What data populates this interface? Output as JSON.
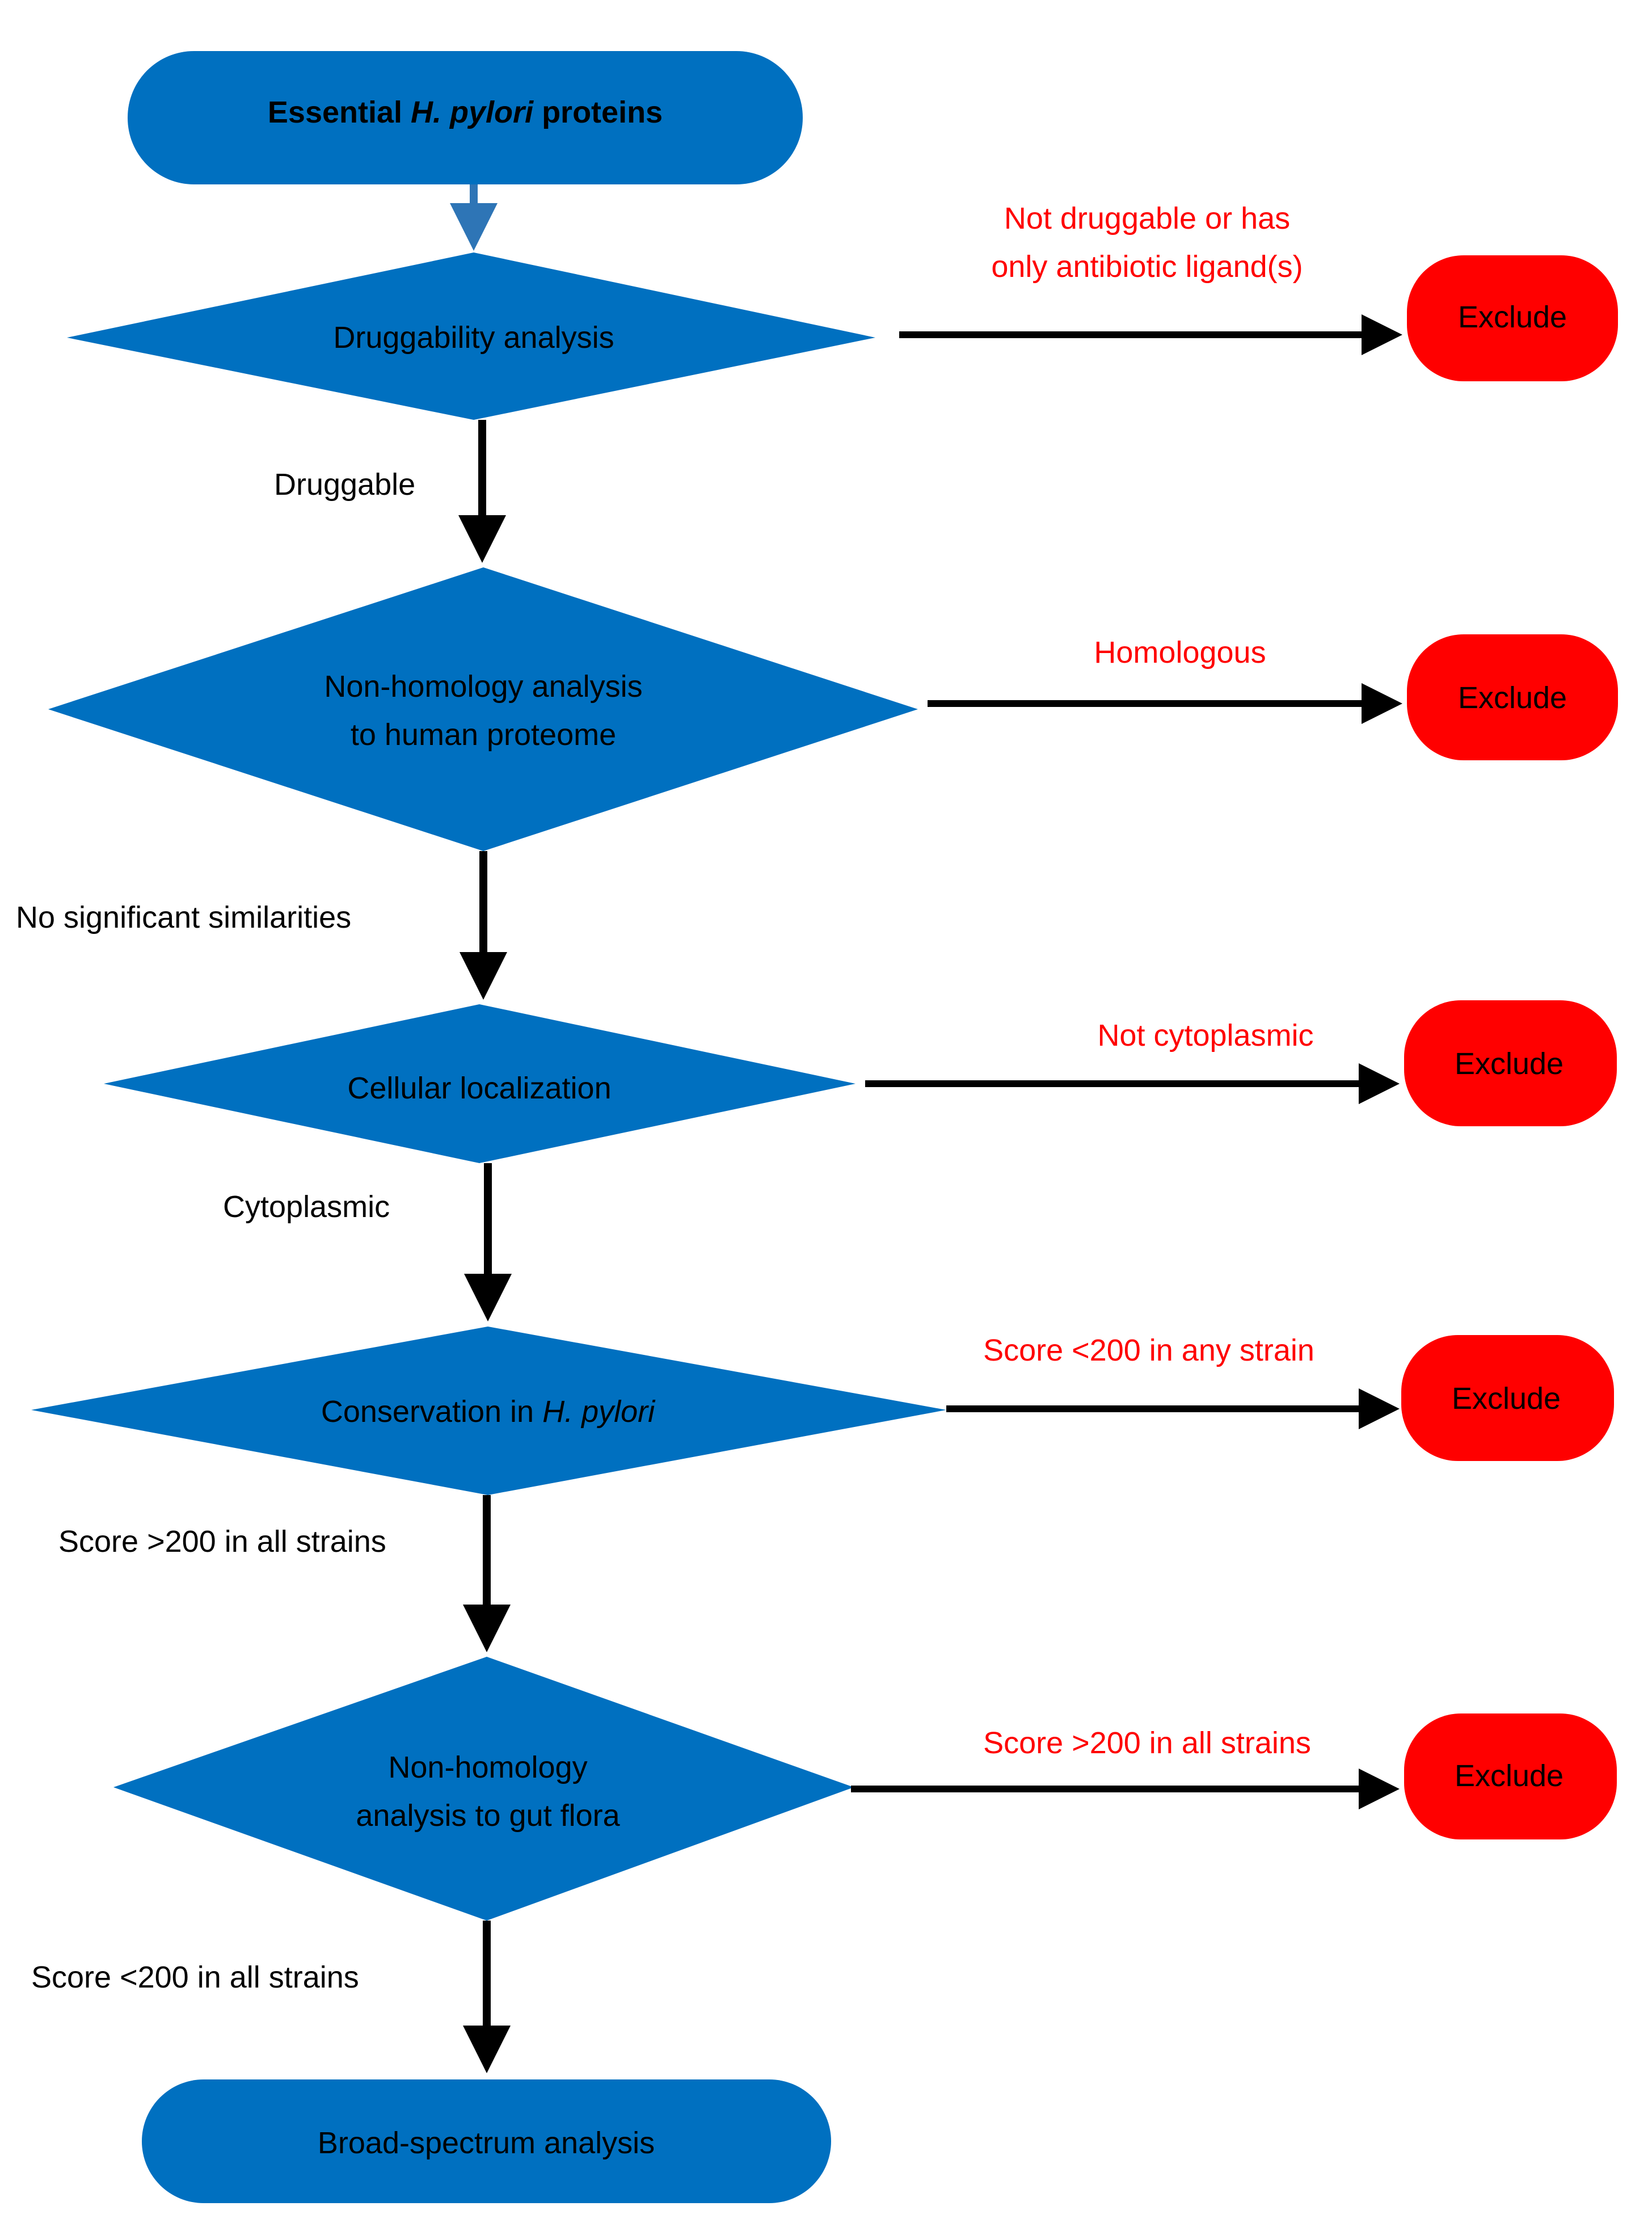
{
  "colors": {
    "shape_blue": "#0070C0",
    "exclude_red": "#FF0000",
    "arrow_black": "#000000",
    "arrow_blue": "#2E75B6",
    "reject_text": "#FF0000"
  },
  "start": {
    "prefix": "Essential ",
    "italic": "H. pylori",
    "suffix": " proteins"
  },
  "steps": [
    {
      "lines": [
        "Druggability analysis"
      ]
    },
    {
      "lines": [
        "Non-homology analysis",
        "to human  proteome"
      ]
    },
    {
      "lines": [
        "Cellular localization"
      ]
    },
    {
      "prefix": "Conservation in ",
      "italic": "H. pylori"
    },
    {
      "lines": [
        "Non-homology",
        "analysis to gut flora"
      ]
    }
  ],
  "pass_labels": [
    "Druggable",
    "No significant similarities",
    "Cytoplasmic",
    "Score >200 in all strains",
    "Score <200 in all strains"
  ],
  "reject_labels": [
    [
      "Not druggable or has",
      "only antibiotic ligand(s)"
    ],
    [
      "Homologous"
    ],
    [
      "Not cytoplasmic"
    ],
    [
      "Score <200 in any strain"
    ],
    [
      "Score >200 in all strains"
    ]
  ],
  "exclude_labels": [
    "Exclude",
    "Exclude",
    "Exclude",
    "Exclude",
    "Exclude"
  ],
  "end": {
    "label": "Broad-spectrum analysis"
  }
}
